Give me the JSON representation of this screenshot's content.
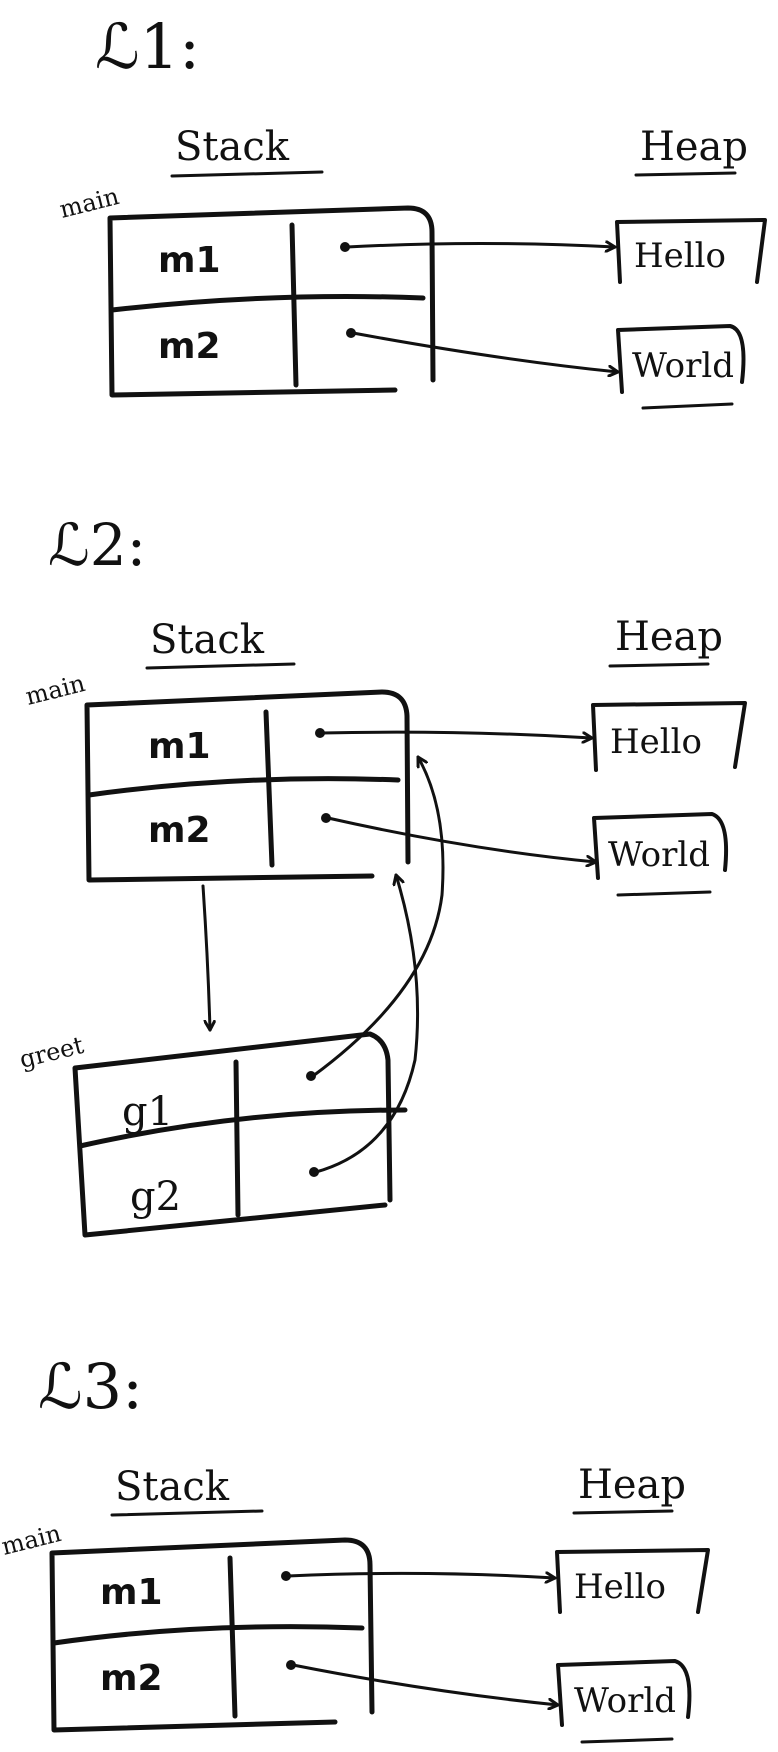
{
  "colors": {
    "ink": "#111111",
    "background": "#ffffff"
  },
  "sections": [
    {
      "label": "ℒ1:",
      "stack_title": "Stack",
      "heap_title": "Heap",
      "frames": [
        {
          "name": "main",
          "vars": [
            "m1",
            "m2"
          ]
        }
      ],
      "heap_objects": [
        "Hello",
        "World"
      ]
    },
    {
      "label": "ℒ2:",
      "stack_title": "Stack",
      "heap_title": "Heap",
      "frames": [
        {
          "name": "main",
          "vars": [
            "m1",
            "m2"
          ]
        },
        {
          "name": "greet",
          "vars": [
            "g1",
            "g2"
          ]
        }
      ],
      "heap_objects": [
        "Hello",
        "World"
      ]
    },
    {
      "label": "ℒ3:",
      "stack_title": "Stack",
      "heap_title": "Heap",
      "frames": [
        {
          "name": "main",
          "vars": [
            "m1",
            "m2"
          ]
        }
      ],
      "heap_objects": [
        "Hello",
        "World"
      ]
    }
  ]
}
